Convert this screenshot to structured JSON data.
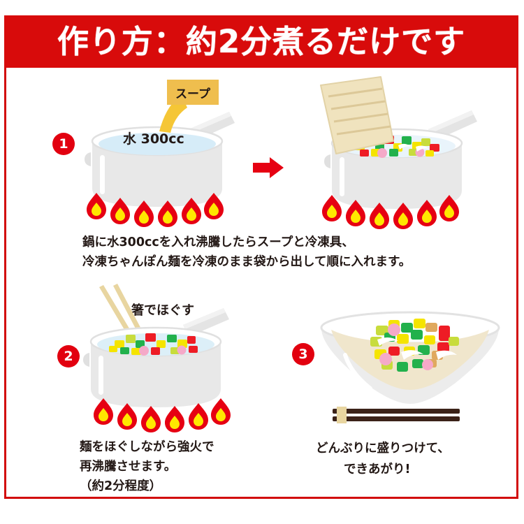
{
  "header": {
    "title": "作り方：約2分煮るだけです",
    "background_color": "#D80B0B",
    "text_color": "#FFFFFF"
  },
  "frame": {
    "border_color": "#D20A0A"
  },
  "colors": {
    "badge_red": "#E2000F",
    "arrow_red": "#E60012",
    "pot_body": "#E8E8E8",
    "pot_rim": "#FFFFFF",
    "water_blue": "#D6ECF8",
    "broth_cream": "#F0E6CC",
    "soup_label_bg": "#EFBE4E",
    "soup_pour_yellow": "#F5C636",
    "noodle_block": "#F0E3BE",
    "chopstick_wood": "#E8D5A0",
    "chopstick_dark": "#3B2218",
    "flame_outer": "#E60012",
    "flame_inner": "#FFE800",
    "ingredient_green": "#22B14C",
    "ingredient_yellow": "#F5E400",
    "ingredient_red": "#EE1C25",
    "ingredient_pink": "#F5A9C8",
    "ingredient_lightgreen": "#C8DC3C",
    "ingredient_white": "#FFFFFF",
    "ingredient_tan": "#E0A95E"
  },
  "steps": [
    {
      "number": "1",
      "pot_label": "水 300cc",
      "packet_label": "スープ",
      "caption_line1": "鍋に水300ccを入れ沸騰したらスープと冷凍具、",
      "caption_line2": "冷凍ちゃんぽん麺を冷凍のまま袋から出して順に入れます。"
    },
    {
      "number": "2",
      "pot_label": "箸でほぐす",
      "caption_line1": "麺をほぐしながら強火で",
      "caption_line2": "再沸騰させます。",
      "caption_line3": "（約2分程度）"
    },
    {
      "number": "3",
      "caption_line1": "どんぶりに盛りつけて、",
      "caption_line2": "できあがり!"
    }
  ],
  "icons": {
    "arrow": "right-arrow-icon",
    "flame": "flame-icon",
    "pot": "pot-icon",
    "bowl": "bowl-icon",
    "chopsticks": "chopsticks-icon",
    "noodle_block": "frozen-noodle-block-icon",
    "soup_packet": "soup-packet-icon"
  }
}
